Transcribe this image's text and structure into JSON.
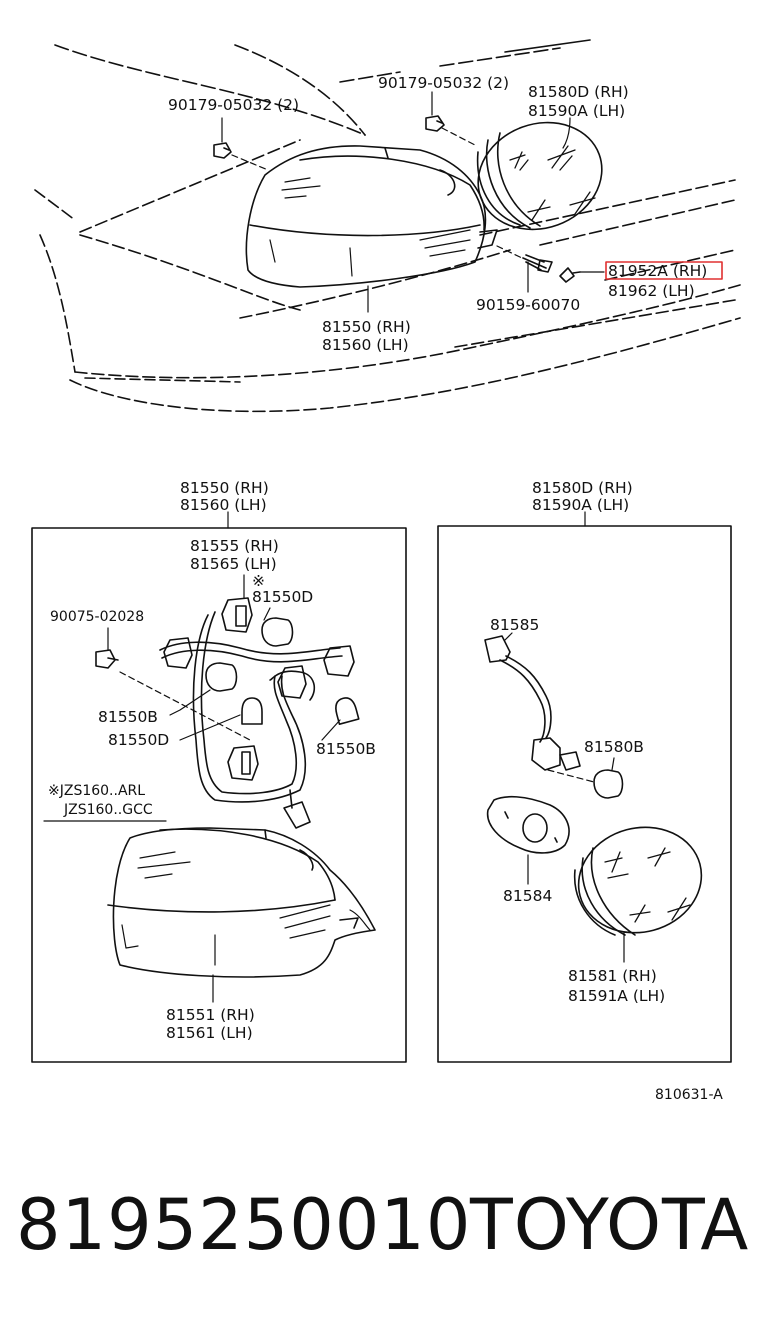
{
  "top_view": {
    "bolt_left": "90179-05032 (2)",
    "bolt_right": "90179-05032 (2)",
    "lamp_outer_rh": "81580D (RH)",
    "lamp_outer_lh": "81590A (LH)",
    "screw": "90159-60070",
    "socket_rh": "81952A (RH)",
    "socket_lh": "81962   (LH)",
    "lamp_main_rh": "81550 (RH)",
    "lamp_main_lh": "81560 (LH)"
  },
  "left_box": {
    "title_rh": "81550 (RH)",
    "title_lh": "81560 (LH)",
    "socket_rh": "81555 (RH)",
    "socket_lh": "81565 (LH)",
    "note_mark": "※",
    "bulb_a": "81550D",
    "nut": "90075-02028",
    "bulb_b1": "81550B",
    "bulb_d": "81550D",
    "bulb_b2": "81550B",
    "note_line1": "※JZS160..ARL",
    "note_line2": "JZS160..GCC",
    "lens_rh": "81551 (RH)",
    "lens_lh": "81561 (LH)"
  },
  "right_box": {
    "title_rh": "81580D (RH)",
    "title_lh": "81590A (LH)",
    "harness": "81585",
    "bulb": "81580B",
    "gasket": "81584",
    "lens_rh": "81581  (RH)",
    "lens_lh": "81591A (LH)"
  },
  "figure_code": "810631-A",
  "footer": {
    "part_number": "8195250010",
    "brand": "TOYOTA"
  },
  "highlight_color": "#e03030"
}
